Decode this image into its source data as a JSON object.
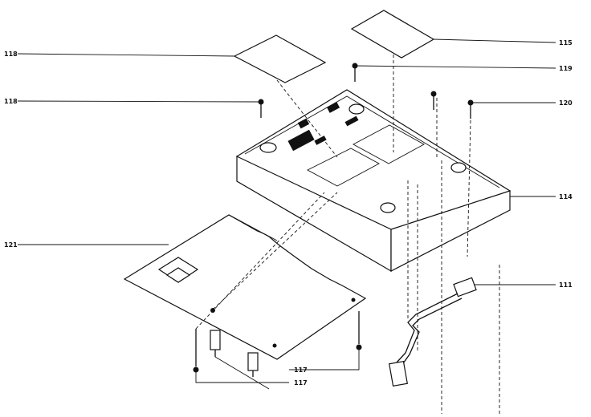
{
  "callouts": {
    "c_top_left": "118",
    "c_mid_left": "118",
    "c_board": "121",
    "c_top_right": "115",
    "c_screw_top": "119",
    "c_screw_right": "120",
    "c_case": "114",
    "c_cable": "111",
    "c_leg_a": "117",
    "c_leg_b": "117"
  }
}
